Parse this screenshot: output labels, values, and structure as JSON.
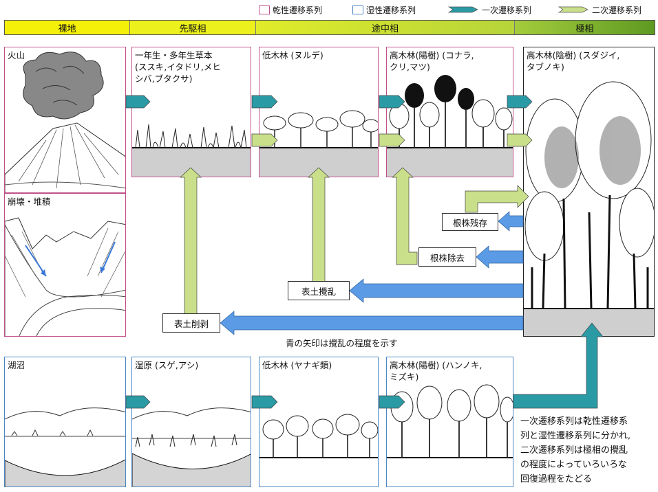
{
  "legend": {
    "dry": "乾性遷移系列",
    "wet": "湿性遷移系列",
    "primary": "一次遷移系列",
    "secondary": "二次遷移系列"
  },
  "stages": [
    "裸地",
    "先駆相",
    "途中相",
    "極相"
  ],
  "dry_series": {
    "volcano": "火山",
    "collapse": "崩壊・堆積",
    "herbs": "一年生・多年生草本\n(ススキ,イタドリ,メヒ\nシバ,ブタクサ)",
    "shrubs": "低木林 (ヌルデ)",
    "sun_trees": "高木林(陽樹) (コナラ,\nクリ,マツ)",
    "shade_trees": "高木林(陰樹) (スダジイ,\nタブノキ)"
  },
  "wet_series": {
    "marsh": "湖沼",
    "wetland": "湿原 (スゲ,アシ)",
    "willow": "低木林 (ヤナギ類)",
    "sun_trees": "高木林(陽樹) (ハンノキ,\nミズキ)"
  },
  "disturbance": {
    "root_remain": "根株残存",
    "root_removed": "根株除去",
    "topsoil_disturbed": "表土攪乱",
    "topsoil_removed": "表土削剥"
  },
  "caption": "青の矢印は攪乱の程度を示す",
  "note": "一次遷移系列は乾性遷移系\n列と湿性遷移系列に分かれ,\n二次遷移系列は極相の攪乱\nの程度によっていろいろな\n回復過程をたどる",
  "colors": {
    "dry_border": "#c2508a",
    "wet_border": "#4a86c6",
    "primary_arrow": "#2a9aa5",
    "secondary_arrow": "#c9df8a",
    "disturbance_arrow": "#5b9be6"
  }
}
